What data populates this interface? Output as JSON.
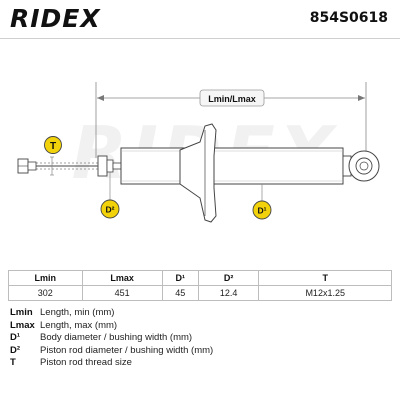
{
  "header": {
    "logo": "RIDEX",
    "part_number": "854S0618"
  },
  "diagram": {
    "length_label": "Lmin/Lmax",
    "t_label": "T",
    "d2_label": "D²",
    "d1_label": "D¹",
    "watermark": "RIDEX",
    "badge_color": "#f2d20a"
  },
  "table": {
    "headers": [
      "Lmin",
      "Lmax",
      "D¹",
      "D²",
      "T"
    ],
    "values": [
      "302",
      "451",
      "45",
      "12.4",
      "M12x1.25"
    ]
  },
  "legend": [
    {
      "key": "Lmin",
      "text": "Length, min (mm)"
    },
    {
      "key": "Lmax",
      "text": "Length, max (mm)"
    },
    {
      "key": "D¹",
      "text": "Body diameter / bushing width (mm)"
    },
    {
      "key": "D²",
      "text": "Piston rod diameter / bushing width (mm)"
    },
    {
      "key": "T",
      "text": "Piston rod thread size"
    }
  ]
}
